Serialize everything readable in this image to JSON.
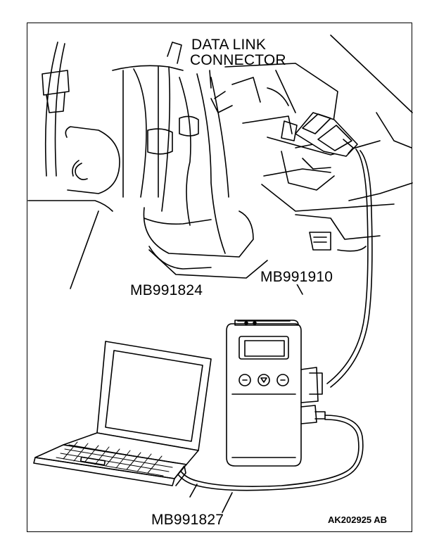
{
  "labels": {
    "data_link_connector_line1": "DATA LINK",
    "data_link_connector_line2": "CONNECTOR",
    "cable_mb991910": "MB991910",
    "unit_mb991824": "MB991824",
    "cable_mb991827": "MB991827",
    "figure_code": "AK202925 AB"
  }
}
